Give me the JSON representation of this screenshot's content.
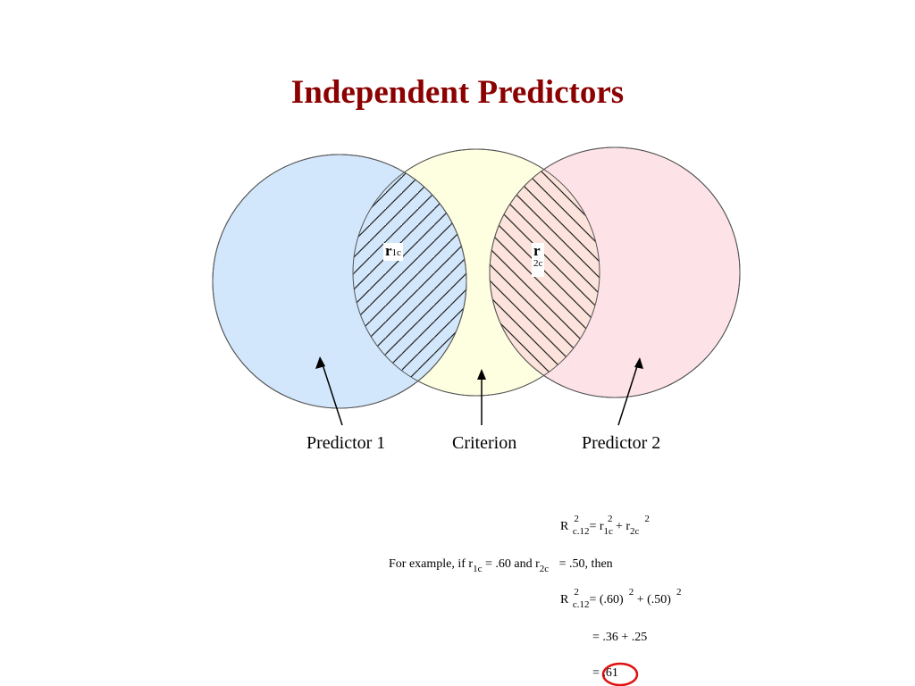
{
  "title": "Independent Predictors",
  "venn": {
    "left_label": "Predictor 1",
    "center_label": "Criterion",
    "right_label": "Predictor 2",
    "overlap1": {
      "main": "r",
      "sub": "1c"
    },
    "overlap2": {
      "main": "r",
      "sub": "2c"
    },
    "colors": {
      "predictor1_fill": "#d0e6fc",
      "criterion_fill": "#fefee0",
      "predictor2_fill": "#fde2e6",
      "hatch": "#222222",
      "highlight": "#e01010"
    }
  },
  "equations": {
    "line1": {
      "R": "R",
      "sup1": "2",
      "sub1": "c.12",
      "eq": "= r",
      "sub2": "1c",
      "sup2": "2",
      "plus": "+ r",
      "sub3": "2c",
      "sup3": "2"
    },
    "line2": {
      "prefix": "For example, if r",
      "sub1": "1c",
      "mid": "= .60 and r",
      "sub2": "2c",
      "suffix": "= .50, then"
    },
    "line3": {
      "R": "R",
      "sup1": "2",
      "sub1": "c.12",
      "rest1": "= (.60)",
      "sup2": "2",
      "rest2": "+ (.50)",
      "sup3": "2"
    },
    "line4": "= .36 + .25",
    "line5": {
      "eq": "=",
      "value": ".61"
    }
  }
}
